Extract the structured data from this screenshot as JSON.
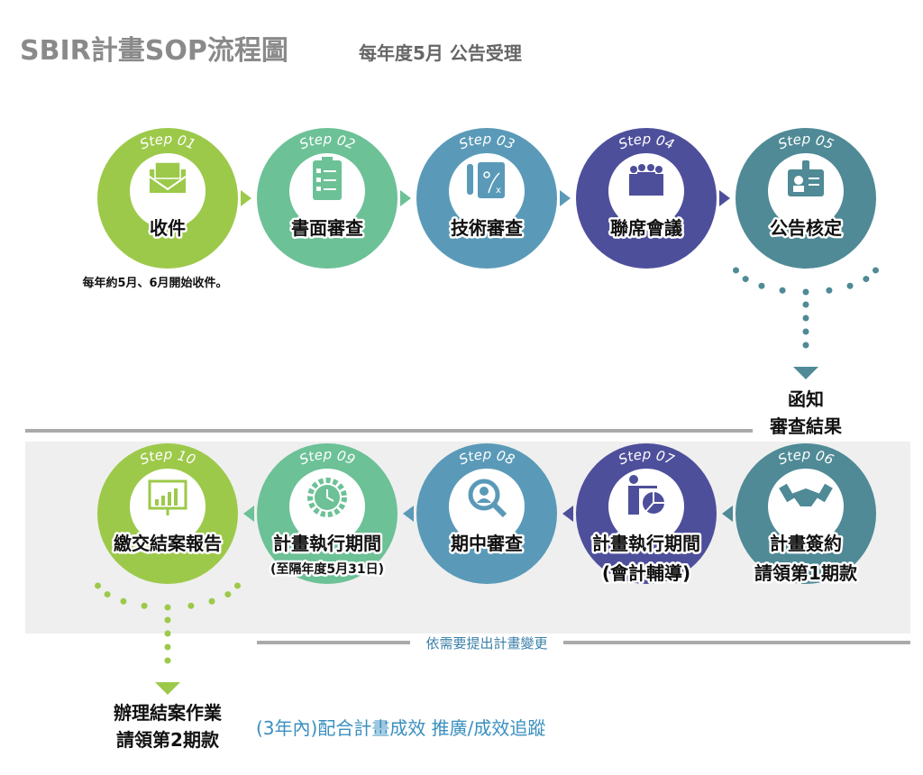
{
  "title": "SBIR計畫SOP流程圖",
  "subtitle": "每年度5月  公告受理",
  "colors": {
    "green": "#9dc94a",
    "mint": "#6cc196",
    "blue": "#5a9ab8",
    "purple": "#4e4f9b",
    "teal": "#4f8a96",
    "accent": "#3a7fa8"
  },
  "steps": [
    {
      "step": "Step 01",
      "label": "收件",
      "sub": "",
      "icon": "envelope-icon",
      "color": "#9dc94a"
    },
    {
      "step": "Step 02",
      "label": "書面審查",
      "sub": "",
      "icon": "checklist-icon",
      "color": "#6cc196"
    },
    {
      "step": "Step 03",
      "label": "技術審查",
      "sub": "",
      "icon": "clipboard-strategy-icon",
      "color": "#5a9ab8"
    },
    {
      "step": "Step 04",
      "label": "聯席會議",
      "sub": "",
      "icon": "people-group-icon",
      "color": "#4e4f9b"
    },
    {
      "step": "Step 05",
      "label": "公告核定",
      "sub": "",
      "icon": "id-badge-icon",
      "color": "#4f8a96"
    },
    {
      "step": "Step 06",
      "label": "計畫簽約",
      "sub": "請領第1期款",
      "icon": "handshake-icon",
      "color": "#4f8a96"
    },
    {
      "step": "Step 07",
      "label": "計畫執行期間",
      "sub": "(會計輔導)",
      "icon": "presenter-chart-icon",
      "color": "#4e4f9b"
    },
    {
      "step": "Step 08",
      "label": "期中審查",
      "sub": "",
      "icon": "magnifier-person-icon",
      "color": "#5a9ab8"
    },
    {
      "step": "Step 09",
      "label": "計畫執行期間",
      "sub": "(至隔年度5月31日)",
      "icon": "gear-clock-icon",
      "color": "#6cc196"
    },
    {
      "step": "Step 10",
      "label": "繳交結案報告",
      "sub": "",
      "icon": "chart-board-icon",
      "color": "#9dc94a"
    }
  ],
  "note_step1": "每年約5月、6月開始收件。",
  "notify": [
    "函知",
    "審查結果"
  ],
  "change_note": "依需要提出計畫變更",
  "final": [
    "辦理結案作業",
    "請領第2期款"
  ],
  "followup": "(3年內)配合計畫成效  推廣/成效追蹤"
}
